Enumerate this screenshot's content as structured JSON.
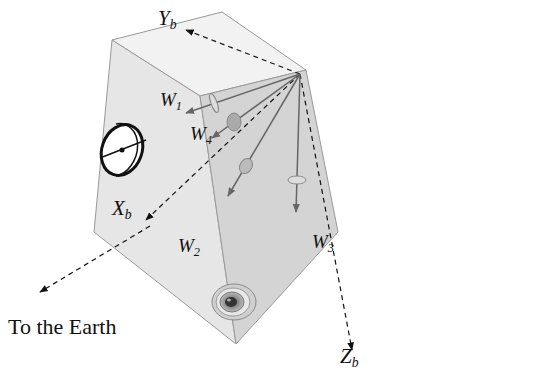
{
  "diagram": {
    "labels": [
      "Yb",
      "W1",
      "W4",
      "Xb",
      "W2",
      "W3",
      "To the Earth",
      "Zb"
    ]
  }
}
